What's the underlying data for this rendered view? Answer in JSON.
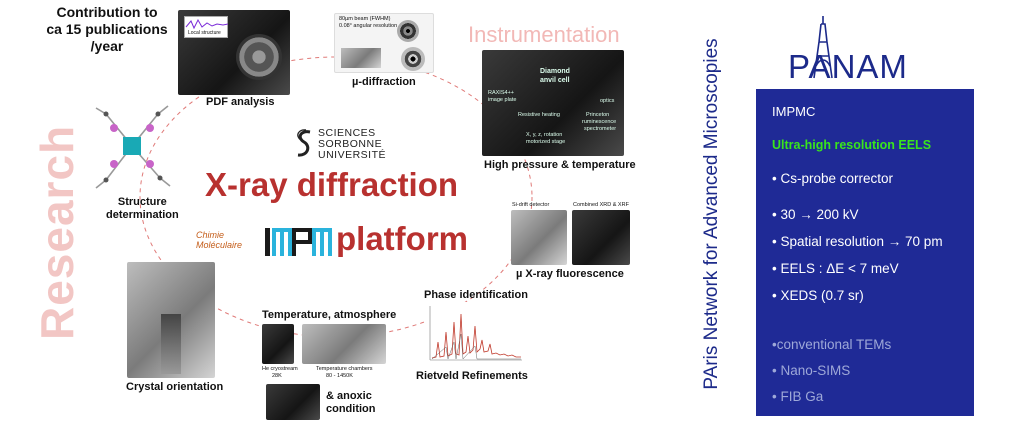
{
  "left": {
    "contribution": [
      "Contribution to",
      "ca 15 publications",
      "/year"
    ],
    "research": "Research",
    "instrumentation": "Instrumentation"
  },
  "center": {
    "title_line1": "X-ray diffraction",
    "title_line2": "platform",
    "sorbonne": [
      "SCIENCES",
      "SORBONNE",
      "UNIVERSITÉ"
    ],
    "chimie": [
      "Chimie",
      "Moléculaire"
    ]
  },
  "panels": {
    "pdf_label": "PDF analysis",
    "pdf_inset": "Local structure",
    "mudiff_label": "µ-diffraction",
    "mudiff_caption": [
      "80µm beam (FWHM)",
      "0.08° angular resolution"
    ],
    "hp_label": "High pressure & temperature",
    "hp_notes": [
      "RAXIS4++",
      "image plate",
      "Diamond",
      "anvil cell",
      "Resistive heating",
      "X, y, z, rotation",
      "motorized stage",
      "optics",
      "Princeton",
      "ruminescence",
      "spectrometer"
    ],
    "struct_label": [
      "Structure",
      "determination"
    ],
    "fluor_label": "µ X-ray fluorescence",
    "fluor_notes": [
      "Si-drift detector",
      "Combined XRD & XRF"
    ],
    "phase_label": "Phase identification",
    "rietveld_label": "Rietveld Refinements",
    "temp_label": "Temperature, atmosphere",
    "temp_notes": [
      "He cryostream",
      "28K",
      "Temperature chambers",
      "80 - 1450K"
    ],
    "anoxic_label": [
      "& anoxic",
      "condition"
    ],
    "crystal_label": "Crystal orientation"
  },
  "panam": {
    "vertical": "PAris Network for Advanced Microscopies",
    "title": "PANAM",
    "org": "IMPMC",
    "headline": "Ultra-high resolution EELS",
    "specs": [
      "• Cs-probe corrector",
      "• 30 → 200 kV",
      "• Spatial resolution → 70 pm",
      "• EELS : ΔE < 7 meV",
      "• XEDS (0.7 sr)"
    ],
    "specs_dim": [
      "•conventional TEMs",
      "• Nano-SIMS",
      "• FIB Ga"
    ]
  },
  "colors": {
    "accent_red": "#b8312f",
    "research_pink": "#f2c6c4",
    "panam_blue": "#1f2a96",
    "eels_green": "#39e51c",
    "circle_dash": "#e07a78"
  },
  "icons": [
    "eiffel-tower-icon",
    "sorbonne-logo-icon",
    "impmc-logo-icon",
    "molecule-icon"
  ]
}
